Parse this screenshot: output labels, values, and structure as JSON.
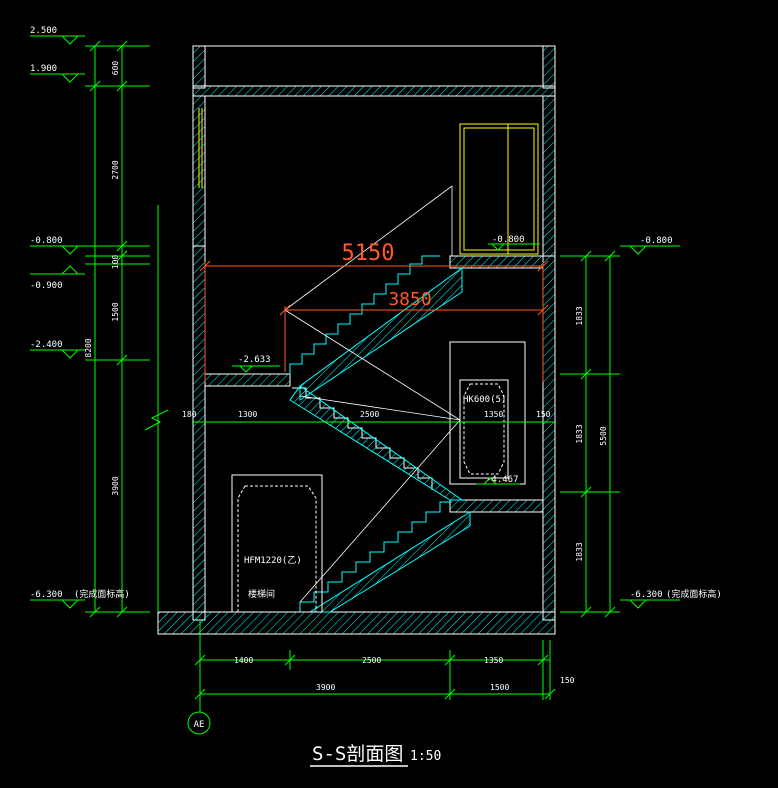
{
  "title": {
    "main": "S-S剖面图",
    "scale": "1:50"
  },
  "axis_bubble": "AE",
  "elevations_left": [
    {
      "label": "2.500"
    },
    {
      "label": "1.900"
    },
    {
      "label": "-0.800"
    },
    {
      "label": "-0.900"
    },
    {
      "label": "-2.400"
    },
    {
      "label": "-6.300",
      "note": "(完成面标高)"
    }
  ],
  "elevations_right": [
    {
      "label": "-0.800"
    },
    {
      "label": "-6.300",
      "note": "(完成面标高)"
    }
  ],
  "inner_elevations": [
    {
      "label": "-0.800"
    },
    {
      "label": "-2.633"
    },
    {
      "label": "-4.467"
    }
  ],
  "left_dims_inner": [
    "600",
    "2700",
    "100",
    "1500",
    "3900"
  ],
  "left_dim_total": "8200",
  "right_dims": [
    "1833",
    "1833",
    "1833"
  ],
  "right_dim_total": "5500",
  "mid_dims": [
    "180",
    "1300",
    "2500",
    "1350",
    "150"
  ],
  "bottom_dims_row1": [
    "1400",
    "2500",
    "1350"
  ],
  "bottom_dims_row2": [
    "3900",
    "1500"
  ],
  "bottom_dim_extra": "150",
  "red_dims": [
    "5150",
    "3850"
  ],
  "doors": [
    {
      "label": "HFM1220(乙)",
      "room": "楼梯间"
    },
    {
      "label": "HK600(5)"
    }
  ],
  "colors": {
    "background": "#000000",
    "wall": "#ffffff",
    "hatch": "#00ffff",
    "dimension": "#00ff00",
    "annotation": "#ff5a28",
    "window": "#ffff00",
    "text": "#ffffff"
  }
}
